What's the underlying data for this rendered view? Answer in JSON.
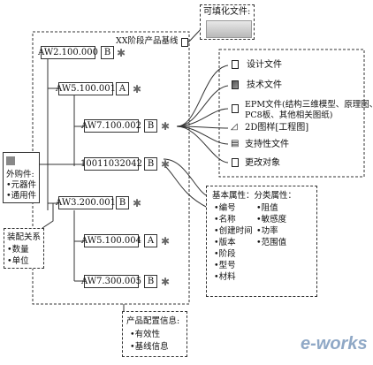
{
  "diagram": {
    "baseline_title": "XX阶段产品基线",
    "fillable_file_title": "可填化文件:",
    "nodes": [
      {
        "code": "AW2.100.000",
        "version": "B"
      },
      {
        "code": "AW5.100.001",
        "version": "A"
      },
      {
        "code": "AW7.100.002",
        "version": "B"
      },
      {
        "code": "10011032042",
        "version": "B"
      },
      {
        "code": "AW3.200.001",
        "version": "B"
      },
      {
        "code": "AW5.100.004",
        "version": "A"
      },
      {
        "code": "AW7.300.005",
        "version": "B"
      }
    ],
    "documents": {
      "items": [
        {
          "label": "设计文件",
          "icon": "document-icon"
        },
        {
          "label": "技术文件",
          "icon": "document-dark-icon"
        },
        {
          "label": "EPM文件(结构三维模型、原理图、",
          "label2": "PC8板、其他相关图纸)",
          "icon": "document-icon"
        },
        {
          "label": "2D图样[工程图]",
          "icon": "drawing-icon"
        },
        {
          "label": "支持性文件",
          "icon": "document-stack-icon"
        },
        {
          "label": "更改对象",
          "icon": "change-doc-icon"
        }
      ]
    },
    "purchased": {
      "title": "外购件:",
      "items": [
        "•元器件",
        "•通用件"
      ]
    },
    "assembly": {
      "title": "装配关系",
      "items": [
        "•数量",
        "•单位"
      ]
    },
    "attributes": {
      "heading": "基本属性：分类属性：",
      "basic": [
        "•编号",
        "•名称",
        "•创建时间",
        "•版本",
        "•阶段",
        "•型号",
        "•材料"
      ],
      "class": [
        "•阻值",
        "•敏感度",
        "•功率",
        "•范围值"
      ]
    },
    "config": {
      "title": "产品配置信息:",
      "items": [
        "•有效性",
        "•基线信息"
      ]
    },
    "watermark": "e-works"
  }
}
